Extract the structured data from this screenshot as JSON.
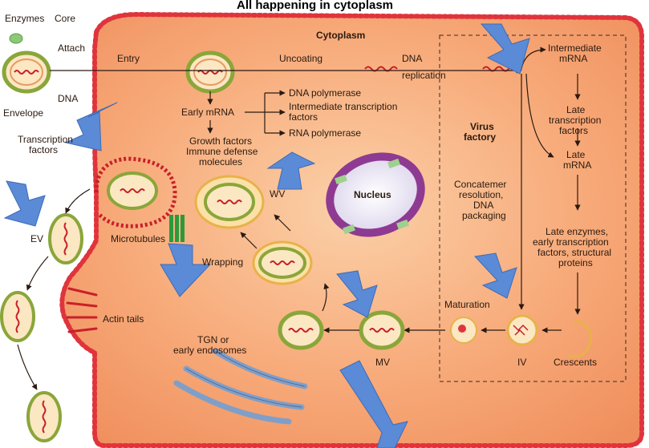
{
  "title": "All happening in cytoplasm",
  "labels": {
    "enzymes": "Enzymes",
    "core": "Core",
    "attach": "Attach",
    "envelope": "Envelope",
    "dna_left": "DNA",
    "transcription_factors": [
      "Transcription",
      "factors"
    ],
    "entry": "Entry",
    "uncoating": "Uncoating",
    "dna_replication": [
      "DNA",
      "replication"
    ],
    "cytoplasm": "Cytoplasm",
    "intermediate_mrna": [
      "Intermediate",
      "mRNA"
    ],
    "early_mrna": "Early mRNA",
    "dna_polymerase": "DNA polymerase",
    "intermediate_transcription": [
      "Intermediate transcription",
      "factors"
    ],
    "rna_polymerase": "RNA polymerase",
    "growth_factors": [
      "Growth factors",
      "Immune defense",
      "molecules"
    ],
    "virus_factory": [
      "Virus",
      "factory"
    ],
    "late_transcription": [
      "Late",
      "transcription",
      "factors"
    ],
    "late_mrna": [
      "Late",
      "mRNA"
    ],
    "nucleus": "Nucleus",
    "wv": "WV",
    "ev": "EV",
    "microtubules": "Microtubules",
    "wrapping": "Wrapping",
    "concatemer": [
      "Concatemer",
      "resolution,",
      "DNA",
      "packaging"
    ],
    "late_enzymes": [
      "Late enzymes,",
      "early transcription",
      "factors, structural",
      "proteins"
    ],
    "maturation": "Maturation",
    "actin_tails": "Actin tails",
    "tgn": [
      "TGN or",
      "early endosomes"
    ],
    "mv": "MV",
    "iv": "IV",
    "crescents": "Crescents"
  },
  "colors": {
    "cell_fill": "#f7a877",
    "membrane": "#c8202a",
    "virion_outline": "#8aa63a",
    "virion_fill": "#fbe7c2",
    "dna": "#c8202a",
    "nucleus_ring": "#8e3a92",
    "nucleus_fill": "#e7e2f0",
    "big_arrow": "#5b8ad6",
    "microtubule": "#2a9a3a",
    "tgn": "#7f9fc9"
  }
}
